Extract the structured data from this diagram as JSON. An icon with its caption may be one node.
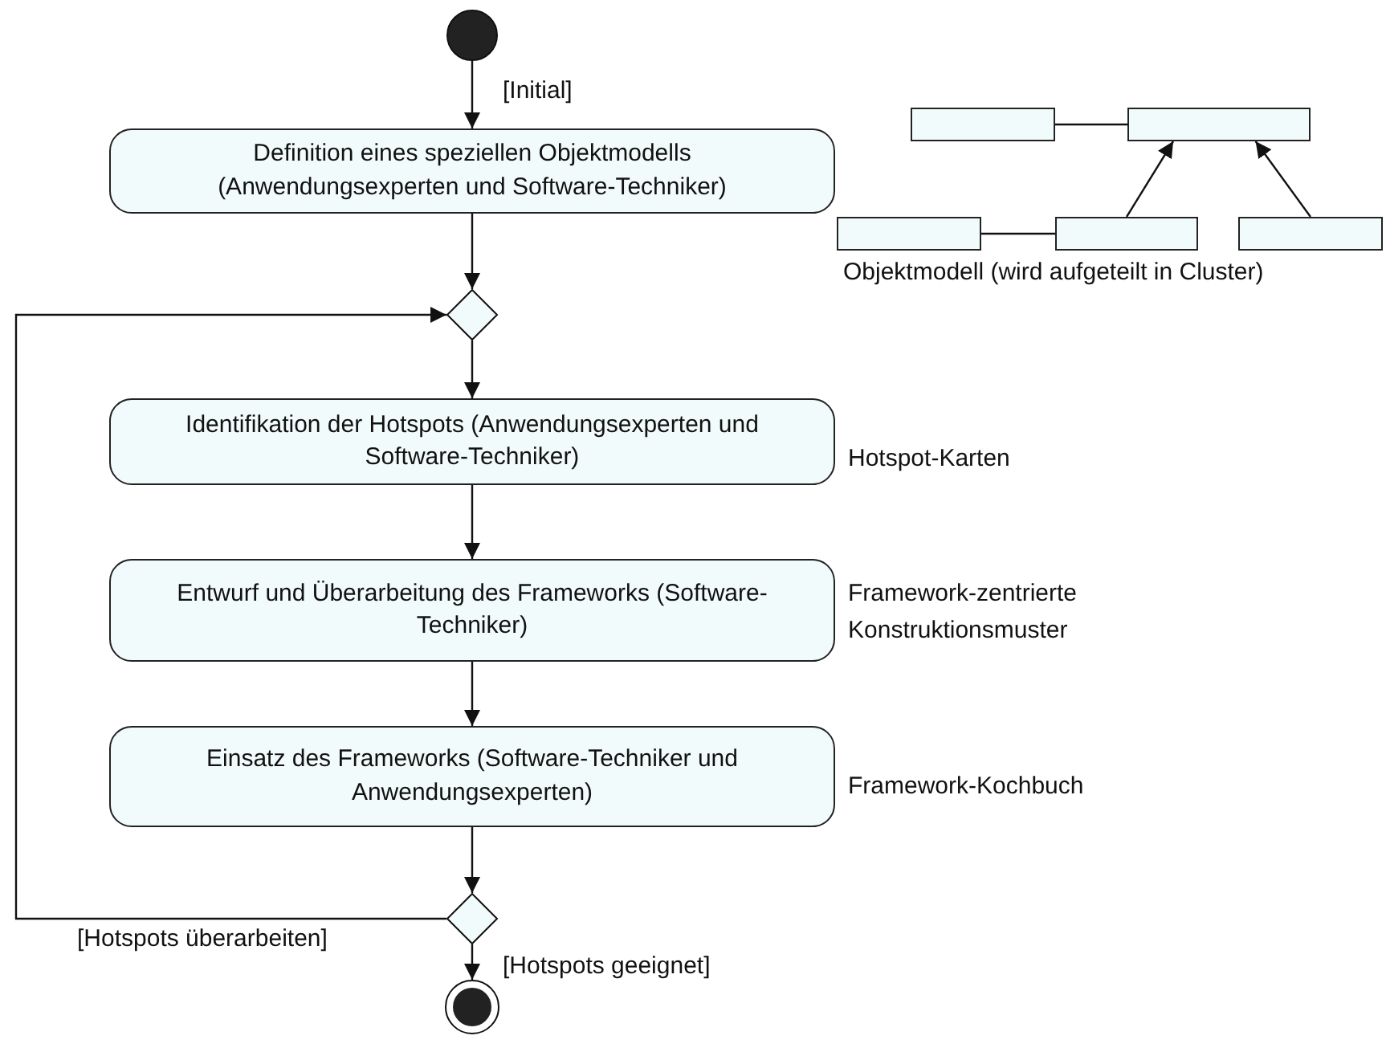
{
  "diagram": {
    "nodes": [
      {
        "text": [],
        "shape": "circle"
      },
      {
        "text": [
          "Definition eines speziellen Objektmodells (Anwendungsexperten und Software-Techniker)"
        ]
      },
      {
        "text": [],
        "shape": "diamond"
      },
      {
        "text": [
          "Identifikation der Hotspots (Anwendungsexperten und Software-Techniker)"
        ],
        "beside": [
          "Hotspot-Karten"
        ]
      },
      {
        "text": [
          "Entwurf und Überarbeitung des Frameworks (Software-Techniker)"
        ],
        "beside": [
          "Framework-zentrierte Konstruktionsmuster"
        ]
      },
      {
        "text": [
          "Einsatz des Frameworks (Software-Techniker und Anwendungsexperten)"
        ],
        "beside": [
          "Framework-Kochbuch"
        ]
      },
      {
        "text": [],
        "shape": "diamond"
      },
      {
        "text": [],
        "shape": "bullseye"
      },
      {
        "text": [],
        "shape": "box"
      },
      {
        "text": [],
        "shape": "box"
      },
      {
        "text": [],
        "shape": "box"
      },
      {
        "text": [],
        "shape": "box"
      },
      {
        "text": [],
        "shape": "box"
      }
    ],
    "edges": [
      {
        "from": 0,
        "to": 1,
        "arrow": "to",
        "label": "[Initial]"
      },
      {
        "from": 1,
        "to": 2,
        "arrow": "to"
      },
      {
        "from": 2,
        "to": 3,
        "arrow": "to"
      },
      {
        "from": 3,
        "to": 4,
        "arrow": "to"
      },
      {
        "from": 4,
        "to": 5,
        "arrow": "to"
      },
      {
        "from": 5,
        "to": 6,
        "arrow": "to"
      },
      {
        "from": 6,
        "to": 2,
        "arrow": "to",
        "label": "[Hotspots überarbeiten]"
      },
      {
        "from": 6,
        "to": 7,
        "arrow": "to",
        "label": "[Hotspots geeignet]"
      },
      {
        "from": 8,
        "to": 9,
        "arrow": "none"
      },
      {
        "from": 10,
        "to": 11,
        "arrow": "none"
      },
      {
        "from": 11,
        "to": 9,
        "arrow": "to"
      },
      {
        "from": 12,
        "to": 9,
        "arrow": "to"
      }
    ],
    "labels": [
      "Objektmodell (wird aufgeteilt in Cluster)"
    ]
  }
}
